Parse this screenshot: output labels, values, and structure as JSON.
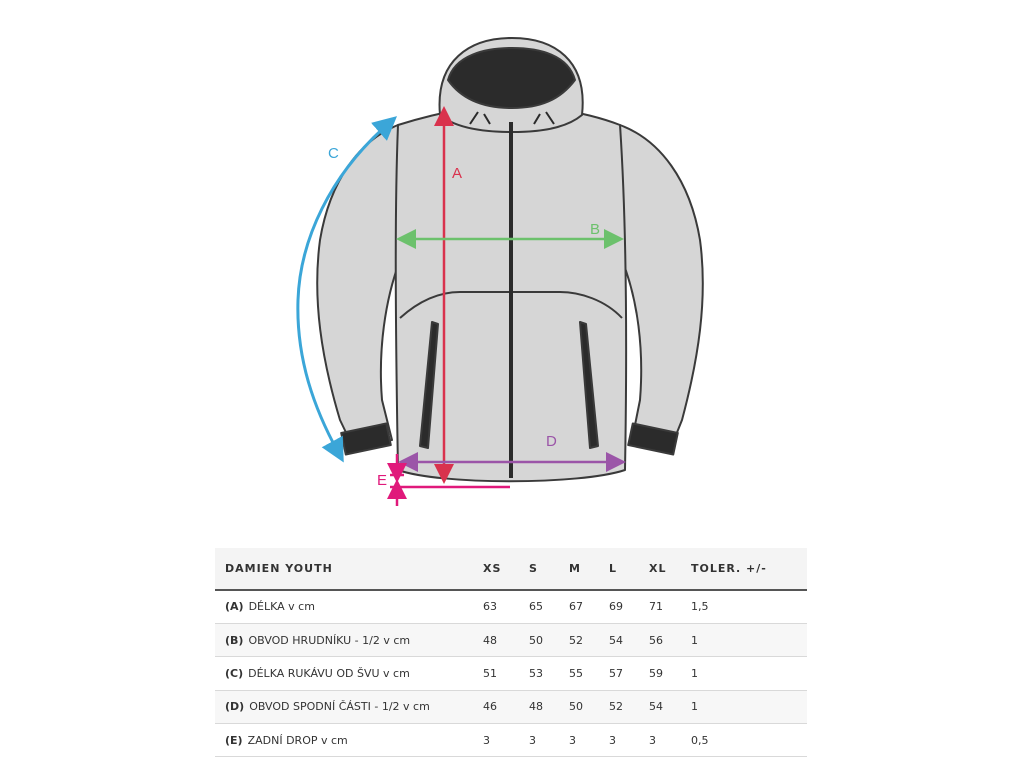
{
  "diagram": {
    "labels": {
      "a": "A",
      "b": "B",
      "c": "C",
      "d": "D",
      "e": "E"
    },
    "colors": {
      "a": "#d9324d",
      "b": "#6cc16c",
      "c": "#3ba6d8",
      "d": "#9b55a8",
      "e": "#e0197b",
      "jacket_fill": "#d6d6d6",
      "jacket_outline": "#3a3a3a"
    }
  },
  "table": {
    "title": "DAMIEN YOUTH",
    "sizes": [
      "XS",
      "S",
      "M",
      "L",
      "XL"
    ],
    "tolerance_header": "TOLER. +/-",
    "rows": [
      {
        "code": "(A)",
        "label": "DÉLKA v cm",
        "values": [
          "63",
          "65",
          "67",
          "69",
          "71"
        ],
        "tol": "1,5"
      },
      {
        "code": "(B)",
        "label": "OBVOD HRUDNÍKU - 1/2 v cm",
        "values": [
          "48",
          "50",
          "52",
          "54",
          "56"
        ],
        "tol": "1"
      },
      {
        "code": "(C)",
        "label": "DÉLKA RUKÁVU OD ŠVU v cm",
        "values": [
          "51",
          "53",
          "55",
          "57",
          "59"
        ],
        "tol": "1"
      },
      {
        "code": "(D)",
        "label": "OBVOD SPODNÍ ČÁSTI - 1/2 v cm",
        "values": [
          "46",
          "48",
          "50",
          "52",
          "54"
        ],
        "tol": "1"
      },
      {
        "code": "(E)",
        "label": "ZADNÍ DROP v cm",
        "values": [
          "3",
          "3",
          "3",
          "3",
          "3"
        ],
        "tol": "0,5"
      }
    ]
  }
}
